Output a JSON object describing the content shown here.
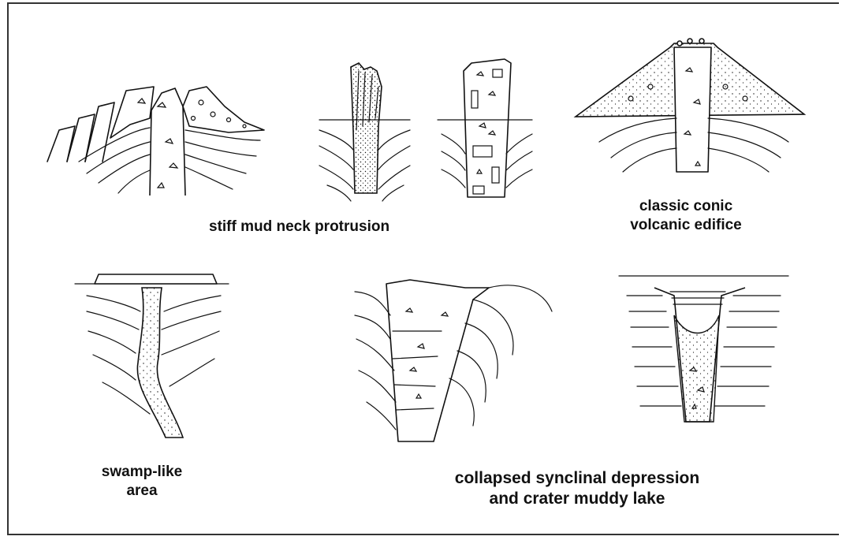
{
  "captions": {
    "stiff_mud_neck": "stiff mud neck protrusion",
    "classic_conic_1": "classic conic",
    "classic_conic_2": "volcanic edifice",
    "swamp_1": "swamp-like",
    "swamp_2": "area",
    "collapsed_1": "collapsed synclinal depression",
    "collapsed_2": "and crater muddy lake"
  }
}
